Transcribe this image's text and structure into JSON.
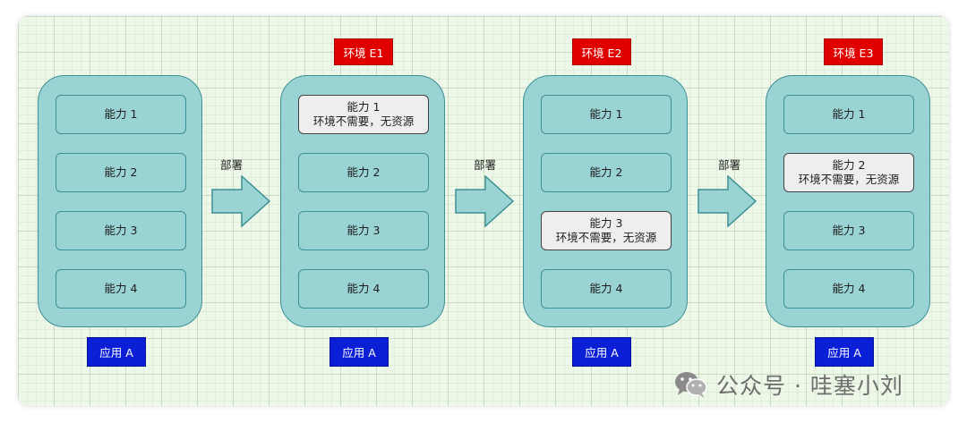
{
  "apps": [
    {
      "env": "",
      "app_label": "应用 A",
      "caps": [
        {
          "line1": "能力 1",
          "line2": "",
          "disabled": false
        },
        {
          "line1": "能力 2",
          "line2": "",
          "disabled": false
        },
        {
          "line1": "能力 3",
          "line2": "",
          "disabled": false
        },
        {
          "line1": "能力 4",
          "line2": "",
          "disabled": false
        }
      ]
    },
    {
      "env": "环境 E1",
      "app_label": "应用 A",
      "caps": [
        {
          "line1": "能力 1",
          "line2": "环境不需要，无资源",
          "disabled": true
        },
        {
          "line1": "能力 2",
          "line2": "",
          "disabled": false
        },
        {
          "line1": "能力 3",
          "line2": "",
          "disabled": false
        },
        {
          "line1": "能力 4",
          "line2": "",
          "disabled": false
        }
      ]
    },
    {
      "env": "环境 E2",
      "app_label": "应用 A",
      "caps": [
        {
          "line1": "能力 1",
          "line2": "",
          "disabled": false
        },
        {
          "line1": "能力 2",
          "line2": "",
          "disabled": false
        },
        {
          "line1": "能力 3",
          "line2": "环境不需要，无资源",
          "disabled": true
        },
        {
          "line1": "能力 4",
          "line2": "",
          "disabled": false
        }
      ]
    },
    {
      "env": "环境 E3",
      "app_label": "应用 A",
      "caps": [
        {
          "line1": "能力 1",
          "line2": "",
          "disabled": false
        },
        {
          "line1": "能力 2",
          "line2": "环境不需要，无资源",
          "disabled": true
        },
        {
          "line1": "能力 3",
          "line2": "",
          "disabled": false
        },
        {
          "line1": "能力 4",
          "line2": "",
          "disabled": false
        }
      ]
    }
  ],
  "deploy_label": "部署",
  "watermark": {
    "icon": "wechat-icon",
    "text": "公众号 · 哇塞小刘"
  },
  "colors": {
    "app_fill": "#9ad3d3",
    "app_stroke": "#3e8f96",
    "env_fill": "#e00000",
    "app_label_fill": "#0a1fd6",
    "disabled_fill": "#eeeeee",
    "grid_bg": "#eef8e8"
  }
}
